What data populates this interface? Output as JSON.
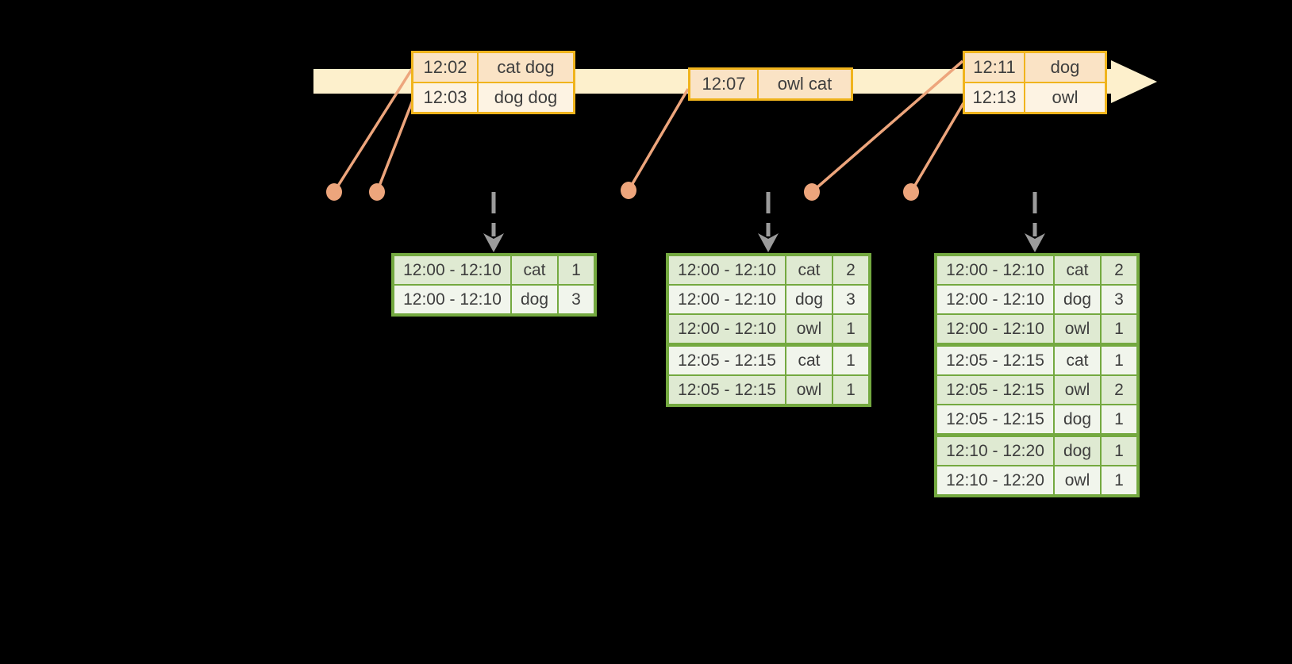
{
  "diagram_type": "streaming-windowed-aggregation-timeline",
  "colors": {
    "background": "#000000",
    "timeline_band": "#fdf0cc",
    "event_table_border": "#f0b41d",
    "event_row_peach": "#fae3c5",
    "event_row_cream": "#fdf3e3",
    "connector_salmon": "#eda57c",
    "trigger_arrow_gray": "#9b9b9b",
    "result_table_border": "#74a940",
    "result_row_dark": "#dfead2",
    "result_row_light": "#f1f5ec",
    "text": "#3e3e3e"
  },
  "event_tables": [
    {
      "rows": [
        {
          "time": "12:02",
          "words": "cat dog"
        },
        {
          "time": "12:03",
          "words": "dog dog"
        }
      ]
    },
    {
      "rows": [
        {
          "time": "12:07",
          "words": "owl cat"
        }
      ]
    },
    {
      "rows": [
        {
          "time": "12:11",
          "words": "dog"
        },
        {
          "time": "12:13",
          "words": "owl"
        }
      ]
    }
  ],
  "result_tables": [
    {
      "rows": [
        {
          "window": "12:00 - 12:10",
          "word": "cat",
          "count": "1"
        },
        {
          "window": "12:00 - 12:10",
          "word": "dog",
          "count": "3"
        }
      ]
    },
    {
      "rows": [
        {
          "window": "12:00 - 12:10",
          "word": "cat",
          "count": "2"
        },
        {
          "window": "12:00 - 12:10",
          "word": "dog",
          "count": "3"
        },
        {
          "window": "12:00 - 12:10",
          "word": "owl",
          "count": "1"
        },
        {
          "window": "12:05 - 12:15",
          "word": "cat",
          "count": "1"
        },
        {
          "window": "12:05 - 12:15",
          "word": "owl",
          "count": "1"
        }
      ]
    },
    {
      "rows": [
        {
          "window": "12:00 - 12:10",
          "word": "cat",
          "count": "2"
        },
        {
          "window": "12:00 - 12:10",
          "word": "dog",
          "count": "3"
        },
        {
          "window": "12:00 - 12:10",
          "word": "owl",
          "count": "1"
        },
        {
          "window": "12:05 - 12:15",
          "word": "cat",
          "count": "1"
        },
        {
          "window": "12:05 - 12:15",
          "word": "owl",
          "count": "2"
        },
        {
          "window": "12:05 - 12:15",
          "word": "dog",
          "count": "1"
        },
        {
          "window": "12:10 - 12:20",
          "word": "dog",
          "count": "1"
        },
        {
          "window": "12:10 - 12:20",
          "word": "owl",
          "count": "1"
        }
      ]
    }
  ]
}
